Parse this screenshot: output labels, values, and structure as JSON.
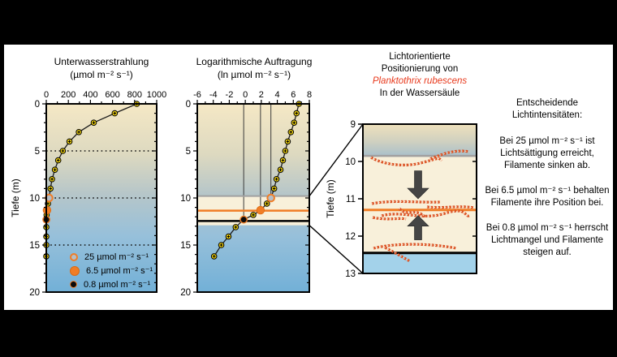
{
  "colors": {
    "frame": "#000000",
    "paper": "#ffffff",
    "water_surface": "#f5e8c5",
    "water_deep": "#72b0d7",
    "band_cream": "#f8f0da",
    "zoom_blue": "#a3d2ea",
    "line_25": "#9a9a9a",
    "line_65": "#f07d26",
    "line_08": "#000000",
    "filament_red": "#d94e1f",
    "marker_yellow": "#f5d60e",
    "species_red": "#e8391c",
    "arrow_gray": "#454545"
  },
  "titles": {
    "left": {
      "line1": "Unterwasserstrahlung",
      "line2": "(µmol m⁻² s⁻¹)"
    },
    "middle": {
      "line1": "Logarithmische Auftragung",
      "line2": "(ln µmol m⁻² s⁻¹)"
    },
    "right": {
      "line1": "Lichtorientierte",
      "line2": "Positionierung von",
      "line3": "Planktothrix rubescens",
      "line4": "In der Wassersäule"
    }
  },
  "axes": {
    "left_panel": {
      "x_ticks": [
        "0",
        "200",
        "400",
        "600",
        "800",
        "1000"
      ],
      "y_ticks": [
        "0",
        "5",
        "10",
        "15",
        "20"
      ],
      "y_label": "Tiefe (m)"
    },
    "middle_panel": {
      "x_ticks": [
        "-6",
        "-4",
        "-2",
        "0",
        "2",
        "4",
        "6",
        "8"
      ],
      "y_ticks": [
        "0",
        "5",
        "10",
        "15",
        "20"
      ]
    },
    "right_panel": {
      "y_ticks": [
        "9",
        "10",
        "11",
        "12",
        "13"
      ],
      "y_label": "Tiefe (m)"
    }
  },
  "legend": {
    "items": [
      {
        "label": "25 µmol m⁻² s⁻¹",
        "marker": "orange-ring-gray-fill"
      },
      {
        "label": "6.5 µmol m⁻² s⁻¹",
        "marker": "solid-orange"
      },
      {
        "label": "0.8 µmol m⁻² s⁻¹",
        "marker": "black-with-orange-ring"
      }
    ]
  },
  "info_text": {
    "heading": "Entscheidende Lichtintensitäten:",
    "paragraphs": [
      "Bei 25 µmol m⁻² s⁻¹ ist Lichtsättigung erreicht, Filamente sinken ab.",
      "Bei 6.5 µmol m⁻² s⁻¹ behalten Filamente ihre Position bei.",
      "Bei 0.8 µmol m⁻² s⁻¹ herrscht Lichtmangel und Filamente steigen auf."
    ]
  },
  "chart_data": [
    {
      "type": "line",
      "panel": "left",
      "title": "Unterwasserstrahlung (µmol m⁻² s⁻¹)",
      "xlabel": "µmol m⁻² s⁻¹",
      "ylabel": "Tiefe (m)",
      "xlim": [
        0,
        1000
      ],
      "ylim": [
        0,
        20
      ],
      "x_axis_position": "top",
      "dotted_gridlines_at_depth": [
        5,
        10,
        15
      ],
      "series": [
        {
          "name": "Unterwasserstrahlung",
          "depths": [
            0,
            1,
            2,
            3,
            4,
            5,
            6,
            7,
            8,
            9,
            10,
            10.6,
            11.3,
            11.8,
            12.3,
            13.1,
            14.1,
            15,
            16.2
          ],
          "values": [
            820,
            620,
            430,
            295,
            210,
            150,
            108,
            78,
            52,
            38,
            25,
            15,
            6.5,
            2.7,
            0.8,
            0.3,
            0.12,
            0.05,
            0.02
          ]
        }
      ],
      "key_points": [
        {
          "depth": 10,
          "value": 25,
          "label": "25 µmol m⁻² s⁻¹",
          "marker": "ring"
        },
        {
          "depth": 11.3,
          "value": 6.5,
          "label": "6.5 µmol m⁻² s⁻¹",
          "marker": "solid"
        },
        {
          "depth": 12.3,
          "value": 0.8,
          "label": "0.8 µmol m⁻² s⁻¹",
          "marker": "dark"
        }
      ]
    },
    {
      "type": "line",
      "panel": "middle",
      "title": "Logarithmische Auftragung (ln µmol m⁻² s⁻¹)",
      "xlim": [
        -6,
        8
      ],
      "ylim": [
        0,
        20
      ],
      "x_axis_position": "top",
      "series": [
        {
          "name": "ln(Unterwasserstrahlung)",
          "depths": [
            0,
            1,
            2,
            3,
            4,
            5,
            6,
            7,
            8,
            9,
            10,
            10.6,
            11.3,
            11.8,
            12.3,
            13.1,
            14.1,
            15,
            16.2
          ],
          "values": [
            6.7,
            6.4,
            6.1,
            5.7,
            5.3,
            5.0,
            4.7,
            4.4,
            3.9,
            3.6,
            3.2,
            2.7,
            1.9,
            1.0,
            -0.2,
            -1.2,
            -2.1,
            -3.0,
            -3.9
          ]
        }
      ],
      "reference_drop_lines": [
        {
          "x": 3.2,
          "to_depth": 9.8
        },
        {
          "x": 1.9,
          "to_depth": 11.35
        },
        {
          "x": -0.2,
          "to_depth": 12.45
        }
      ],
      "horizontal_lines": [
        {
          "depth": 9.8,
          "color": "#a0a0a0"
        },
        {
          "depth": 11.35,
          "color": "#f07d26"
        },
        {
          "depth": 12.45,
          "color": "#000000"
        }
      ],
      "highlight_band_depths": [
        9.8,
        12.9
      ],
      "key_points": [
        {
          "depth": 10,
          "value": 3.2,
          "marker": "ring"
        },
        {
          "depth": 11.3,
          "value": 1.9,
          "marker": "solid"
        },
        {
          "depth": 12.3,
          "value": -0.2,
          "marker": "dark"
        }
      ]
    },
    {
      "type": "illustration",
      "panel": "right",
      "title": "Lichtorientierte Positionierung von Planktothrix rubescens in der Wassersäule",
      "ylabel": "Tiefe (m)",
      "ylim": [
        9,
        13
      ],
      "horizontal_lines": [
        {
          "depth": 9.85,
          "color": "#a0a0a0",
          "light_level": "25 µmol m⁻² s⁻¹"
        },
        {
          "depth": 11.3,
          "color": "#f07d26",
          "light_level": "6.5 µmol m⁻² s⁻¹"
        },
        {
          "depth": 12.45,
          "color": "#000000",
          "light_level": "0.8 µmol m⁻² s⁻¹"
        }
      ],
      "arrows": [
        {
          "direction": "down",
          "from_depth": 10.25,
          "to_depth": 11.0
        },
        {
          "direction": "up",
          "from_depth": 12.1,
          "to_depth": 11.45
        }
      ]
    }
  ]
}
